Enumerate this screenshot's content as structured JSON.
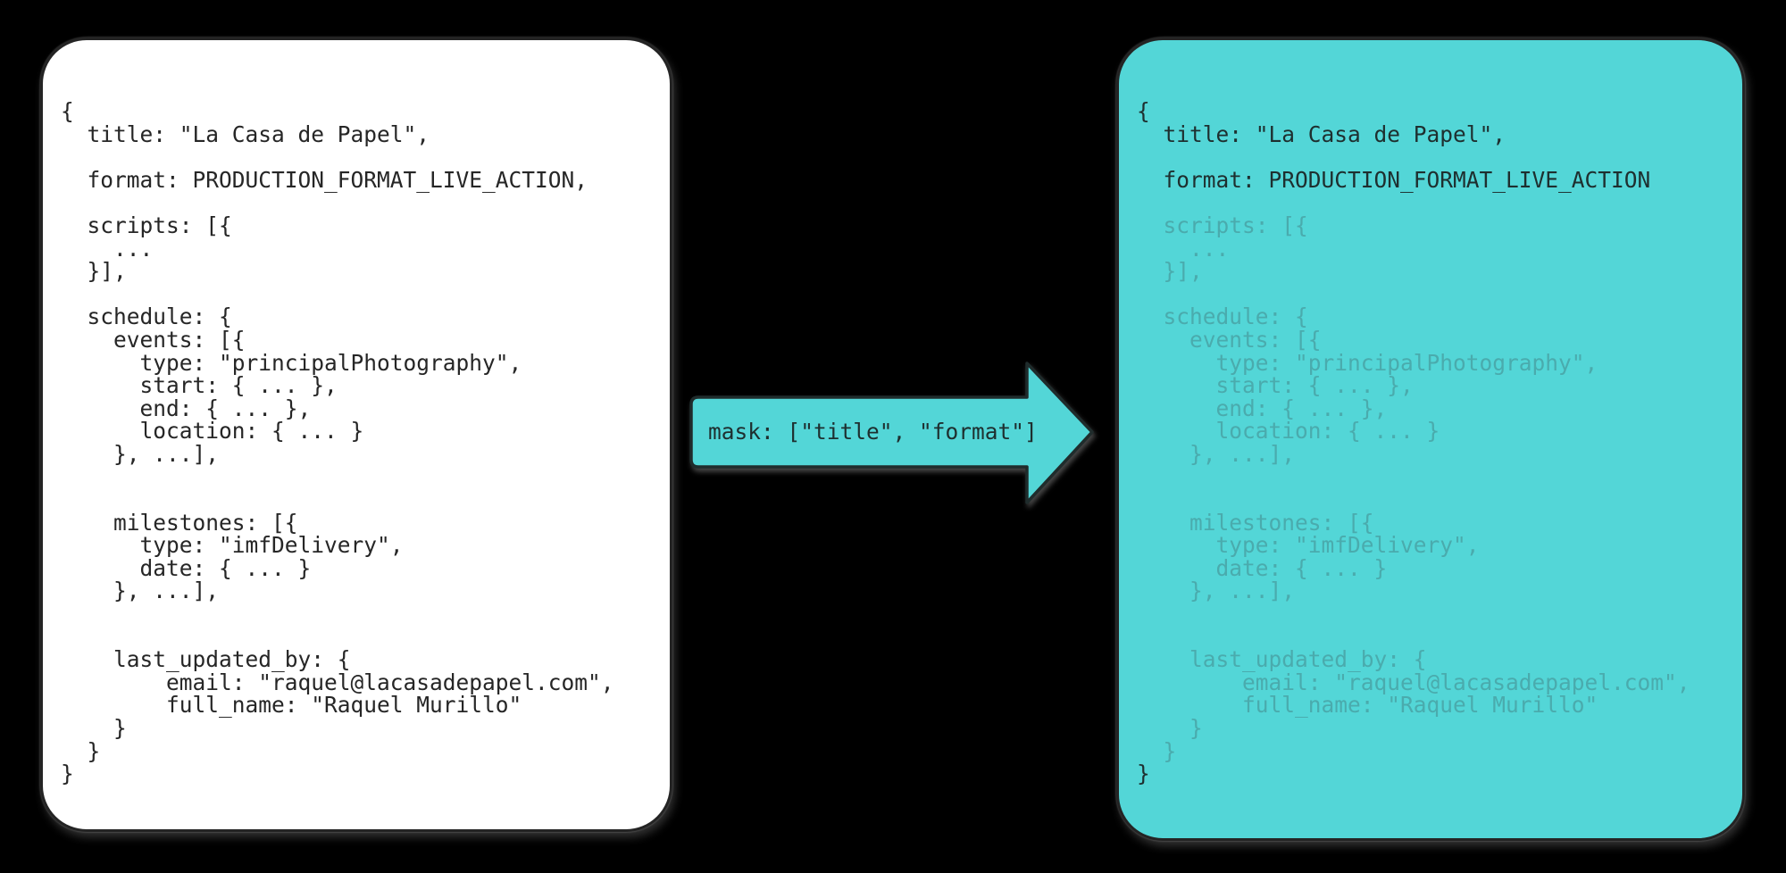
{
  "colors": {
    "canvas_bg": "#000000",
    "panel_white": "#ffffff",
    "teal": "#53d6d7",
    "border_dark": "#242424",
    "text_dark": "#262626",
    "text_kept": "#1e2f2f",
    "text_masked": "#4aabad"
  },
  "arrow": {
    "label": "mask: [\"title\", \"format\"]"
  },
  "left_panel": {
    "lines": [
      "{",
      "  title: \"La Casa de Papel\",",
      "",
      "  format: PRODUCTION_FORMAT_LIVE_ACTION,",
      "",
      "  scripts: [{",
      "    ...",
      "  }],",
      "",
      "  schedule: {",
      "    events: [{",
      "      type: \"principalPhotography\",",
      "      start: { ... },",
      "      end: { ... },",
      "      location: { ... }",
      "    }, ...],",
      "",
      "",
      "    milestones: [{",
      "      type: \"imfDelivery\",",
      "      date: { ... }",
      "    }, ...],",
      "",
      "",
      "    last_updated_by: {",
      "        email: \"raquel@lacasadepapel.com\",",
      "        full_name: \"Raquel Murillo\"",
      "    }",
      "  }",
      "}"
    ]
  },
  "right_panel": {
    "lines": [
      {
        "text": "{",
        "masked": false
      },
      {
        "text": "  title: \"La Casa de Papel\",",
        "masked": false
      },
      {
        "text": "",
        "masked": false
      },
      {
        "text": "  format: PRODUCTION_FORMAT_LIVE_ACTION",
        "masked": false
      },
      {
        "text": "",
        "masked": false
      },
      {
        "text": "  scripts: [{",
        "masked": true
      },
      {
        "text": "    ...",
        "masked": true
      },
      {
        "text": "  }],",
        "masked": true
      },
      {
        "text": "",
        "masked": true
      },
      {
        "text": "  schedule: {",
        "masked": true
      },
      {
        "text": "    events: [{",
        "masked": true
      },
      {
        "text": "      type: \"principalPhotography\",",
        "masked": true
      },
      {
        "text": "      start: { ... },",
        "masked": true
      },
      {
        "text": "      end: { ... },",
        "masked": true
      },
      {
        "text": "      location: { ... }",
        "masked": true
      },
      {
        "text": "    }, ...],",
        "masked": true
      },
      {
        "text": "",
        "masked": true
      },
      {
        "text": "",
        "masked": true
      },
      {
        "text": "    milestones: [{",
        "masked": true
      },
      {
        "text": "      type: \"imfDelivery\",",
        "masked": true
      },
      {
        "text": "      date: { ... }",
        "masked": true
      },
      {
        "text": "    }, ...],",
        "masked": true
      },
      {
        "text": "",
        "masked": true
      },
      {
        "text": "",
        "masked": true
      },
      {
        "text": "    last_updated_by: {",
        "masked": true
      },
      {
        "text": "        email: \"raquel@lacasadepapel.com\",",
        "masked": true
      },
      {
        "text": "        full_name: \"Raquel Murillo\"",
        "masked": true
      },
      {
        "text": "    }",
        "masked": true
      },
      {
        "text": "  }",
        "masked": true
      },
      {
        "text": "}",
        "masked": false
      }
    ]
  }
}
